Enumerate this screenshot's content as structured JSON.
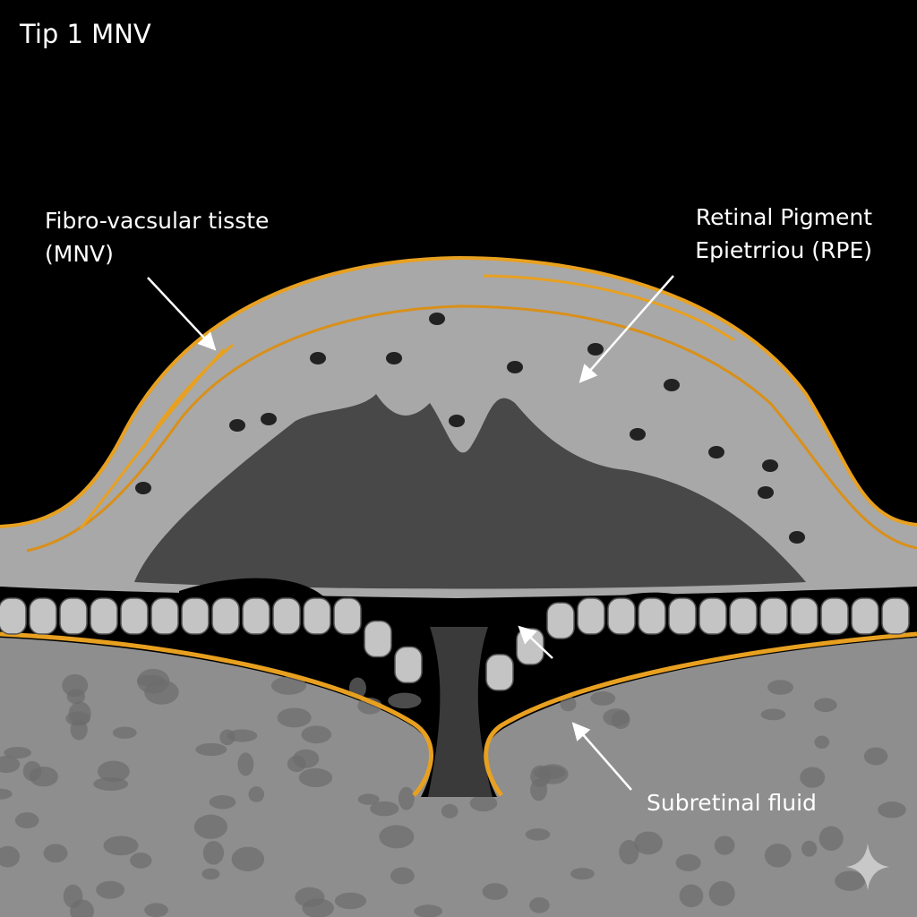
{
  "title": "Tip 1 MNV",
  "labels": {
    "mnv_line1": "Fibro-vacsular tisste",
    "mnv_line2": "(MNV)",
    "rpe_line1": "Retinal Pigment",
    "rpe_line2": "Epietrriou (RPE)",
    "subretinal": "Subretinal fluid"
  },
  "colors": {
    "background": "#000000",
    "outline": "#e8a020",
    "tissue": "#9a9a9a",
    "dark_core": "#454545",
    "text": "#ffffff"
  },
  "icons": [
    "sparkle-icon"
  ]
}
